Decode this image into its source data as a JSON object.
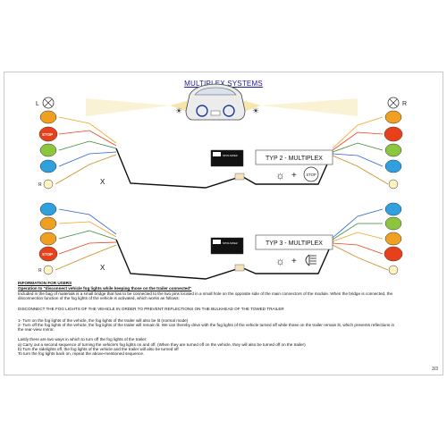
{
  "header": {
    "title": "MULTIPLEX SYSTEMS"
  },
  "sides": {
    "left": "L",
    "right": "R"
  },
  "lamp_labels": {
    "stop": "STOP",
    "rear": "R"
  },
  "module_label": "SPOLSWEZ",
  "diagrams": [
    {
      "label": "TYP 2 - MULTIPLEX",
      "stop_label": "STOP"
    },
    {
      "label": "TYP 3 - MULTIPLEX"
    }
  ],
  "markers": {
    "cross": "X"
  },
  "info": {
    "heading": "INFORMATION FOR USERS",
    "subheading": "Operation to \"disconnect vehicle fog lights while keeping those on the trailer connected\"",
    "para1": "Included in the bag of materials is a small bridge that has to be connected to the two pins located in a small hole on the opposite side of the main connectors of the module. When the bridge is connected, the",
    "para1b": "disconnection function of the fog lights of the vehicle is activated, which works as follows:",
    "caps": "DISCONNECT THE FOG LIGHTS OF THE VEHICLE IN ORDER TO PREVENT REFLECTIONS ON THE BULKHEAD OF THE TOWED TRAILER",
    "step1": "1- Turn on the fog lights of the vehicle, the fog lights of the trailer will also be lit (normal mode)",
    "step2": "2- Turn off the fog lights of the vehicle, the fog lights of the trailer will remain lit. We can thereby drive with the fog lights of the vehicle turned off while those on the trailer remain lit, which prevents reflections in",
    "step2b": "the rear-view mirror.",
    "lastly": "Lastly there are two ways in which to turn off the fog lights of the trailer:",
    "opt_a": "a) Carry out a second sequence of turning the vehicle's fog lights on and off. (When they are turned off on the vehicle, they will also be turned off on the trailer)",
    "opt_b": "b) Turn the sidelights off, the fog lights of the vehicle and the trailer will also be turned off",
    "back_on": "To turn the fog lights back on, repeat the above-mentioned sequence."
  },
  "page_number": "3/3",
  "colors": {
    "title": "#1a1a9a",
    "wire": "#111111",
    "lamp_amber": "#f0a020",
    "lamp_red": "#e8401a",
    "lamp_green": "#8cc63f",
    "lamp_blue": "#2f9fe0",
    "light_beam": "#f2dc8a"
  }
}
